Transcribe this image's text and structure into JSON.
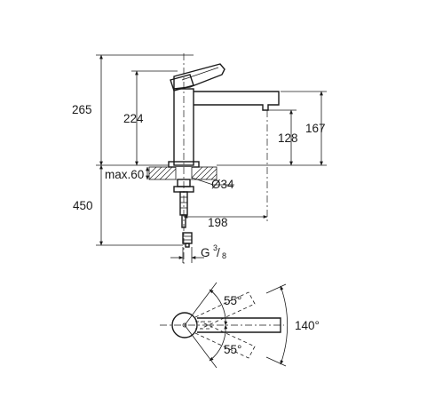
{
  "dimensions": {
    "total_height": "265",
    "spout_top_height": "224",
    "spout_height": "167",
    "outlet_height": "128",
    "max_thickness": "max.60",
    "hole_diameter": "Ø34",
    "hose_length": "450",
    "reach": "198",
    "connection_prefix": "G",
    "connection_num": "3",
    "connection_den": "8",
    "swivel_upper": "55°",
    "swivel_lower": "55°",
    "swivel_total": "140°"
  }
}
